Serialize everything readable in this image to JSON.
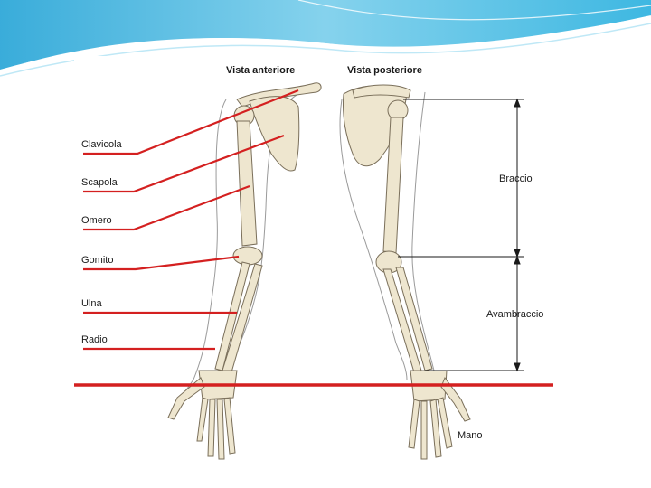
{
  "figure": {
    "views": {
      "anterior": "Vista anteriore",
      "posterior": "Vista posteriore"
    },
    "left_labels": [
      "Clavicola",
      "Scapola",
      "Omero",
      "Gomito",
      "Ulna",
      "Radio"
    ],
    "right_labels": {
      "arm": "Braccio",
      "forearm": "Avambraccio",
      "hand": "Mano"
    },
    "colors": {
      "leader_line": "#d42020",
      "bone_fill": "#eee6cf",
      "bone_stroke": "#7a6f5a",
      "skin_outline": "#9a9a9a",
      "header_blue": "#33b3df",
      "header_light": "#bfe8f6"
    }
  }
}
